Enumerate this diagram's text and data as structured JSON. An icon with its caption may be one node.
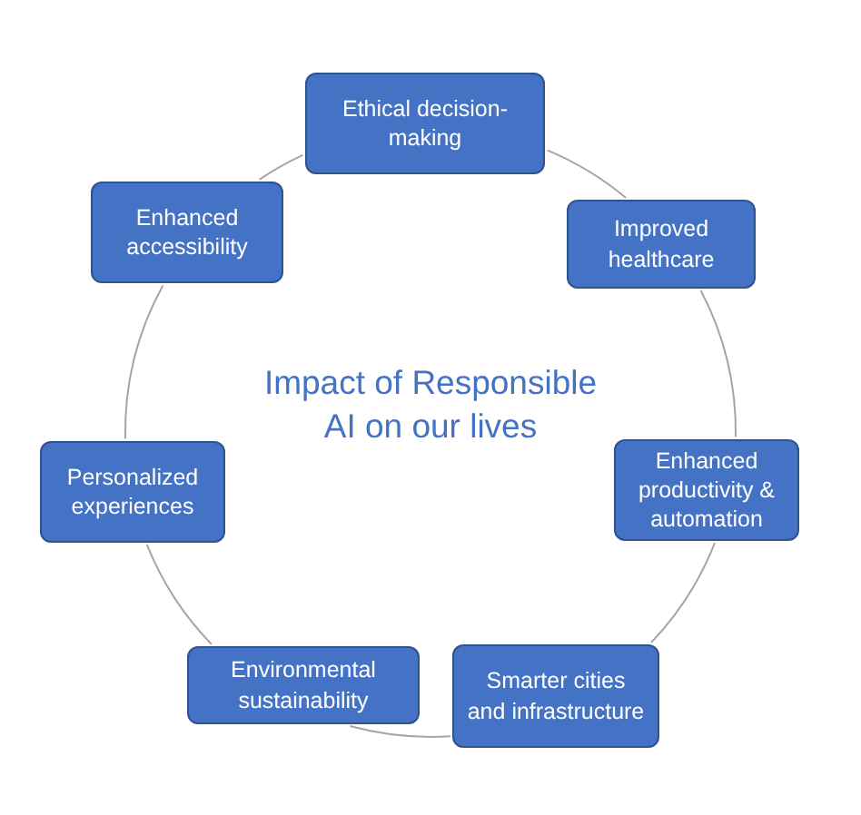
{
  "diagram": {
    "title": "Impact of Responsible AI on our lives",
    "nodes": [
      {
        "text": [
          "Ethical decision-making"
        ]
      },
      {
        "text": [
          "Improved healthcare"
        ]
      },
      {
        "text": [
          "Enhanced productivity & automation"
        ]
      },
      {
        "text": [
          "Smarter cities and infrastructure"
        ]
      },
      {
        "text": [
          "Environmental sustainability"
        ]
      },
      {
        "text": [
          "Personalized experiences"
        ]
      },
      {
        "text": [
          "Enhanced accessibility"
        ]
      }
    ],
    "edges": [
      {
        "from": 0,
        "to": 1,
        "arrow": "none"
      },
      {
        "from": 1,
        "to": 2,
        "arrow": "none"
      },
      {
        "from": 2,
        "to": 3,
        "arrow": "none"
      },
      {
        "from": 3,
        "to": 4,
        "arrow": "none"
      },
      {
        "from": 4,
        "to": 5,
        "arrow": "none"
      },
      {
        "from": 5,
        "to": 6,
        "arrow": "none"
      },
      {
        "from": 6,
        "to": 0,
        "arrow": "none"
      }
    ]
  }
}
